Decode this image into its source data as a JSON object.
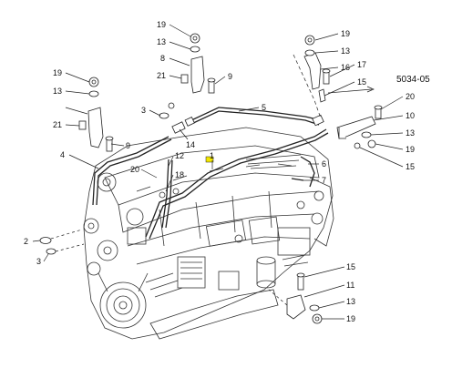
{
  "diagram": {
    "reference": "5034-05",
    "callouts": [
      "19",
      "13",
      "8",
      "21",
      "9",
      "19",
      "13",
      "16",
      "17",
      "15",
      "19",
      "13",
      "21",
      "9",
      "3",
      "14",
      "5",
      "20",
      "10",
      "13",
      "19",
      "15",
      "4",
      "1",
      "20",
      "12",
      "18",
      "6",
      "7",
      "2",
      "3",
      "15",
      "11",
      "13",
      "19"
    ]
  },
  "colors": {
    "line": "#222222",
    "highlight": "#f2e600",
    "background": "#ffffff"
  }
}
